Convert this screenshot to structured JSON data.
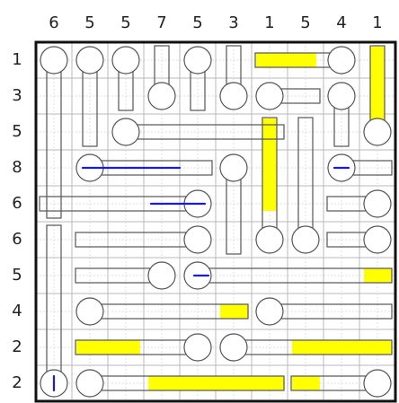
{
  "puzzle": {
    "columns": 10,
    "rows": 10,
    "column_clues": [
      "6",
      "5",
      "5",
      "7",
      "5",
      "3",
      "1",
      "5",
      "4",
      "1"
    ],
    "row_clues": [
      "1",
      "3",
      "5",
      "8",
      "6",
      "6",
      "5",
      "4",
      "2",
      "2"
    ]
  },
  "colors": {
    "fill": "#ffff00",
    "pencil": "#1a1ad8",
    "grid": "#b9b9b9",
    "outline": "#555555",
    "border": "#111111"
  },
  "thermometers": [
    {
      "id": "t01",
      "dir": "v",
      "bulb": "start",
      "col": 0,
      "row": 0,
      "len": 5
    },
    {
      "id": "t02",
      "dir": "v",
      "bulb": "start",
      "col": 1,
      "row": 0,
      "len": 3
    },
    {
      "id": "t03",
      "dir": "v",
      "bulb": "start",
      "col": 2,
      "row": 0,
      "len": 2
    },
    {
      "id": "t04",
      "dir": "v",
      "bulb": "end",
      "col": 3,
      "row": 0,
      "len": 2
    },
    {
      "id": "t05",
      "dir": "v",
      "bulb": "start",
      "col": 4,
      "row": 0,
      "len": 2
    },
    {
      "id": "t06",
      "dir": "v",
      "bulb": "end",
      "col": 5,
      "row": 0,
      "len": 2
    },
    {
      "id": "t07",
      "dir": "h",
      "bulb": "end",
      "col": 6,
      "row": 0,
      "len": 3
    },
    {
      "id": "t08",
      "dir": "v",
      "bulb": "end",
      "col": 9,
      "row": 0,
      "len": 3
    },
    {
      "id": "t09",
      "dir": "h",
      "bulb": "start",
      "col": 6,
      "row": 1,
      "len": 2
    },
    {
      "id": "t10",
      "dir": "v",
      "bulb": "start",
      "col": 8,
      "row": 1,
      "len": 2
    },
    {
      "id": "t11",
      "dir": "h",
      "bulb": "start",
      "col": 2,
      "row": 2,
      "len": 5
    },
    {
      "id": "t12",
      "dir": "v",
      "bulb": "end",
      "col": 6,
      "row": 2,
      "len": 4
    },
    {
      "id": "t13",
      "dir": "v",
      "bulb": "end",
      "col": 7,
      "row": 2,
      "len": 4
    },
    {
      "id": "t14",
      "dir": "h",
      "bulb": "start",
      "col": 1,
      "row": 3,
      "len": 4
    },
    {
      "id": "t15",
      "dir": "v",
      "bulb": "start",
      "col": 5,
      "row": 3,
      "len": 3
    },
    {
      "id": "t16",
      "dir": "h",
      "bulb": "start",
      "col": 8,
      "row": 3,
      "len": 2
    },
    {
      "id": "t17",
      "dir": "h",
      "bulb": "end",
      "col": 0,
      "row": 4,
      "len": 5
    },
    {
      "id": "t18",
      "dir": "h",
      "bulb": "end",
      "col": 8,
      "row": 4,
      "len": 2
    },
    {
      "id": "t19",
      "dir": "h",
      "bulb": "end",
      "col": 1,
      "row": 5,
      "len": 4
    },
    {
      "id": "t20",
      "dir": "h",
      "bulb": "end",
      "col": 8,
      "row": 5,
      "len": 2
    },
    {
      "id": "t21",
      "dir": "v",
      "bulb": "end",
      "col": 0,
      "row": 5,
      "len": 5
    },
    {
      "id": "t22",
      "dir": "h",
      "bulb": "end",
      "col": 1,
      "row": 6,
      "len": 3
    },
    {
      "id": "t23",
      "dir": "h",
      "bulb": "start",
      "col": 4,
      "row": 6,
      "len": 6
    },
    {
      "id": "t24",
      "dir": "h",
      "bulb": "start",
      "col": 1,
      "row": 7,
      "len": 5
    },
    {
      "id": "t25",
      "dir": "h",
      "bulb": "start",
      "col": 6,
      "row": 7,
      "len": 4
    },
    {
      "id": "t26",
      "dir": "h",
      "bulb": "end",
      "col": 1,
      "row": 8,
      "len": 4
    },
    {
      "id": "t27",
      "dir": "h",
      "bulb": "start",
      "col": 5,
      "row": 8,
      "len": 5
    },
    {
      "id": "t28",
      "dir": "h",
      "bulb": "start",
      "col": 1,
      "row": 9,
      "len": 6
    },
    {
      "id": "t29",
      "dir": "h",
      "bulb": "end",
      "col": 7,
      "row": 9,
      "len": 3
    }
  ],
  "filled_segments": [
    {
      "dir": "h",
      "row": 0,
      "from": 6,
      "to": 7.8
    },
    {
      "dir": "v",
      "col": 9,
      "from": 0,
      "to": 2.2
    },
    {
      "dir": "v",
      "col": 6,
      "from": 2,
      "to": 4.7
    },
    {
      "dir": "h",
      "row": 6,
      "from": 9,
      "to": 9.9
    },
    {
      "dir": "h",
      "row": 7,
      "from": 5,
      "to": 5.9
    },
    {
      "dir": "h",
      "row": 8,
      "from": 1,
      "to": 2.9
    },
    {
      "dir": "h",
      "row": 8,
      "from": 7,
      "to": 9.9
    },
    {
      "dir": "h",
      "row": 9,
      "from": 3,
      "to": 6.9
    },
    {
      "dir": "h",
      "row": 9,
      "from": 7,
      "to": 7.9
    }
  ],
  "pencil_marks": [
    {
      "dir": "h",
      "row": 3,
      "from": 1.3,
      "to": 4.0
    },
    {
      "dir": "h",
      "row": 4,
      "from": 3.2,
      "to": 4.7
    },
    {
      "dir": "h",
      "row": 3,
      "from": 8.3,
      "to": 8.7
    },
    {
      "dir": "h",
      "row": 6,
      "from": 4.4,
      "to": 4.8
    },
    {
      "dir": "v",
      "col": 0,
      "from": 9.3,
      "to": 9.7
    }
  ]
}
